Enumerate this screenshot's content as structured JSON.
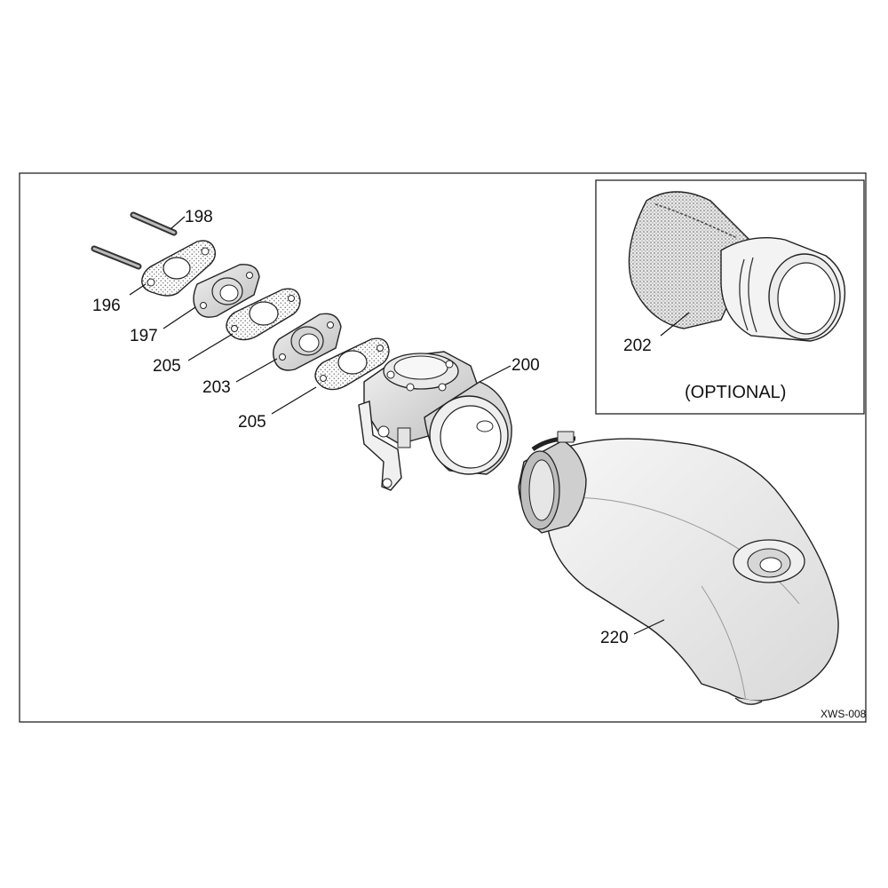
{
  "diagram": {
    "drawing_number": "XWS-008",
    "optional_note": "(OPTIONAL)",
    "labels": {
      "p198": "198",
      "p196": "196",
      "p197": "197",
      "p205_upper": "205",
      "p203": "203",
      "p205_lower": "205",
      "p200": "200",
      "p202": "202",
      "p220": "220"
    }
  }
}
